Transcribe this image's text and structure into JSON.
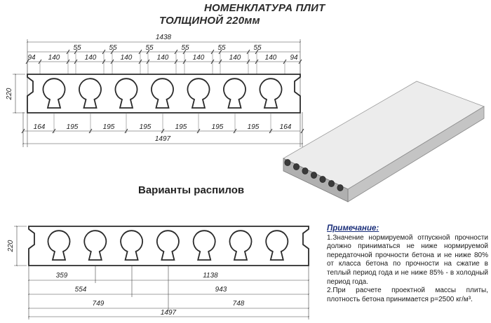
{
  "title": {
    "line1": "НОМЕНКЛАТУРА ПЛИТ",
    "line2": "ТОЛЩИНОЙ 220мм"
  },
  "section_drawing": {
    "height_label": "220",
    "overall_width_top": "1438",
    "top_edge_dims": [
      "94",
      "140",
      "140",
      "140",
      "140",
      "140",
      "140",
      "140",
      "94"
    ],
    "top_web_dims": [
      "55",
      "55",
      "55",
      "55",
      "55",
      "55"
    ],
    "bottom_dims": [
      "164",
      "195",
      "195",
      "195",
      "195",
      "195",
      "195",
      "164"
    ],
    "overall_width_bottom": "1497",
    "hole_count": 7
  },
  "variants": {
    "title": "Варианты распилов",
    "height_label": "220",
    "cut_dims": [
      {
        "left": "359",
        "right": "1138"
      },
      {
        "left": "554",
        "right": "943"
      },
      {
        "left": "749",
        "right": "748"
      }
    ],
    "overall": "1497"
  },
  "note": {
    "heading": "Примечание:",
    "item1": "1.Значение нормируемой отпускной прочности должно приниматься не ниже нормируемой передаточной прочности бетона и не ниже 80% от класса бетона по прочности на сжатие в теплый период года и не ниже 85% - в холодный период года.",
    "item2": "2.При расчете проектной массы плиты, плотность бетона принимается  р=2500 кг/м³."
  },
  "colors": {
    "line": "#2a2a2a",
    "note_heading": "#1b2f7a",
    "slab_top": "#e9e9e9",
    "slab_side": "#b9b9b9"
  }
}
